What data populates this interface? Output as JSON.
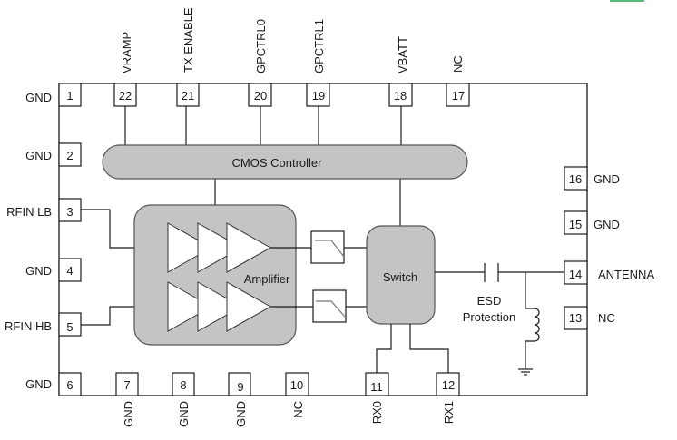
{
  "diagram": {
    "blocks": {
      "controller": "CMOS Controller",
      "amplifier": "Amplifier",
      "switch": "Switch",
      "esd_line1": "ESD",
      "esd_line2": "Protection"
    },
    "pins": [
      {
        "num": "1",
        "label": "GND"
      },
      {
        "num": "2",
        "label": "GND"
      },
      {
        "num": "3",
        "label": "RFIN LB"
      },
      {
        "num": "4",
        "label": "GND"
      },
      {
        "num": "5",
        "label": "RFIN HB"
      },
      {
        "num": "6",
        "label": "GND"
      },
      {
        "num": "7",
        "label": "GND"
      },
      {
        "num": "8",
        "label": "GND"
      },
      {
        "num": "9",
        "label": "GND"
      },
      {
        "num": "10",
        "label": "NC"
      },
      {
        "num": "11",
        "label": "RX0"
      },
      {
        "num": "12",
        "label": "RX1"
      },
      {
        "num": "13",
        "label": "NC"
      },
      {
        "num": "14",
        "label": "ANTENNA"
      },
      {
        "num": "15",
        "label": "GND"
      },
      {
        "num": "16",
        "label": "GND"
      },
      {
        "num": "17",
        "label": "NC"
      },
      {
        "num": "18",
        "label": "VBATT"
      },
      {
        "num": "19",
        "label": "GPCTRL1"
      },
      {
        "num": "20",
        "label": "GPCTRL0"
      },
      {
        "num": "21",
        "label": "TX ENABLE"
      },
      {
        "num": "22",
        "label": "VRAMP"
      }
    ],
    "colors": {
      "block_fill": "#c4c4c4",
      "accent": "#5cb87a"
    }
  }
}
